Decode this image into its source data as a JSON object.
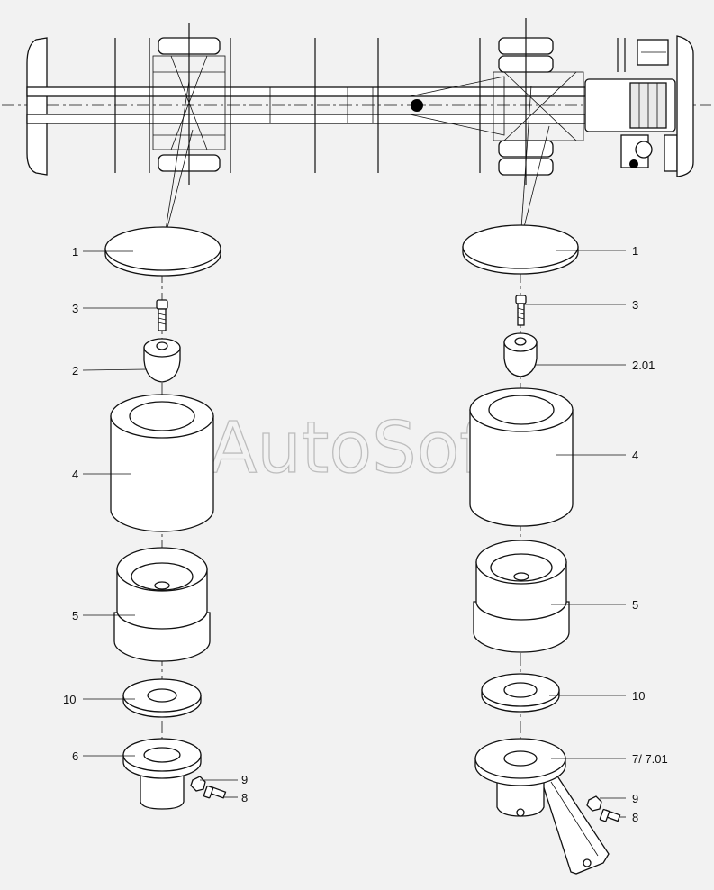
{
  "watermark": "AutoSoft",
  "callouts": {
    "left": {
      "c1": "1",
      "c3": "3",
      "c2": "2",
      "c4": "4",
      "c5": "5",
      "c10": "10",
      "c6": "6",
      "c9": "9",
      "c8": "8"
    },
    "right": {
      "c1": "1",
      "c3": "3",
      "c201": "2.01",
      "c4": "4",
      "c5": "5",
      "c10": "10",
      "c7": "7/ 7.01",
      "c9": "9",
      "c8": "8"
    }
  },
  "colors": {
    "line": "#111111",
    "background": "#f2f2f2",
    "watermark": "#bdbdbd"
  }
}
